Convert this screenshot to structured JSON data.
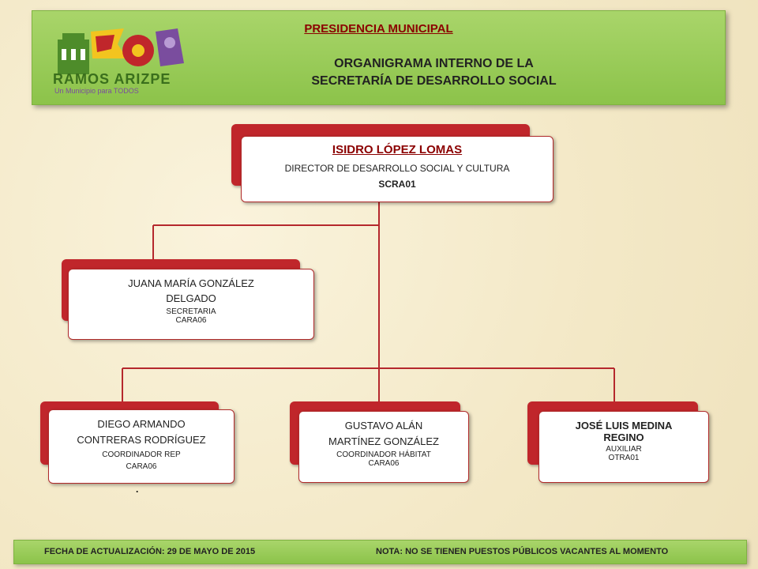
{
  "header": {
    "title": "PRESIDENCIA MUNICIPAL",
    "subtitle_line1": "ORGANIGRAMA INTERNO DE LA",
    "subtitle_line2": "SECRETARÍA DE DESARROLLO SOCIAL",
    "logo_name": "RAMOS ARIZPE",
    "logo_tagline": "Un Municipio para TODOS"
  },
  "director": {
    "name": "ISIDRO LÓPEZ LOMAS",
    "position": "DIRECTOR DE DESARROLLO SOCIAL Y CULTURA",
    "code": "SCRA01"
  },
  "secretaria": {
    "name_line1": "JUANA MARÍA GONZÁLEZ",
    "name_line2": "DELGADO",
    "position": "SECRETARIA",
    "code": "CARA06"
  },
  "staff": [
    {
      "name_line1": "DIEGO ARMANDO",
      "name_line2": "CONTRERAS RODRÍGUEZ",
      "position": "COORDINADOR REP",
      "code": "CARA06",
      "extra": "."
    },
    {
      "name_line1": "GUSTAVO ALÁN",
      "name_line2": "MARTÍNEZ GONZÁLEZ",
      "position": "COORDINADOR HÁBITAT",
      "code": "CARA06"
    },
    {
      "name_line1": "JOSÉ LUIS MEDINA",
      "name_line2": "REGINO",
      "position": "AUXILIAR",
      "code": "OTRA01"
    }
  ],
  "footer": {
    "date_text": "FECHA DE ACTUALIZACIÓN:  29 DE MAYO  DE 2015",
    "note_text": "NOTA:  NO SE TIENEN PUESTOS PÚBLICOS VACANTES AL MOMENTO"
  },
  "colors": {
    "accent_red": "#c0262b",
    "header_green": "#9ccc5a",
    "title_red": "#8b0000"
  }
}
